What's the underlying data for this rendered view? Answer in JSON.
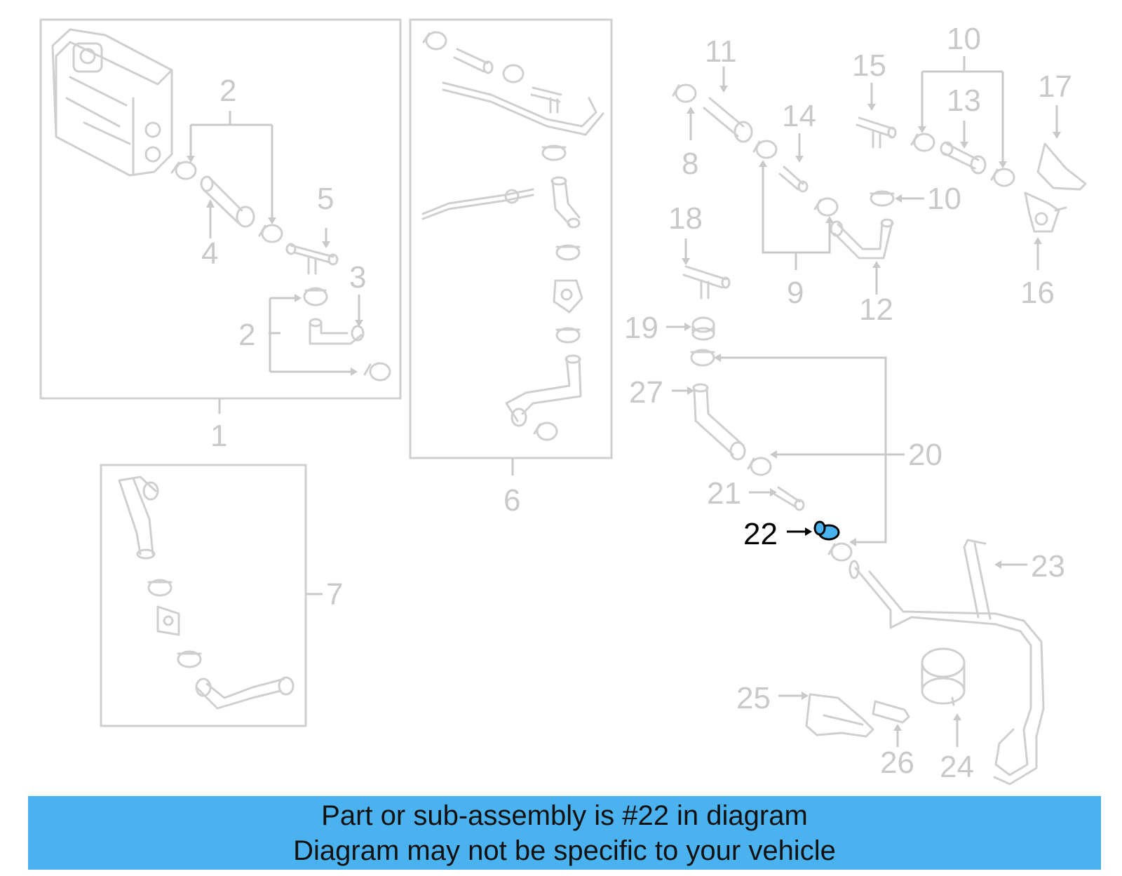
{
  "colors": {
    "banner_bg": "#4ab3ef",
    "highlight": "#4ab3ef",
    "inactive": "#c9c9c9"
  },
  "callouts": {
    "c1": "1",
    "c2a": "2",
    "c2b": "2",
    "c3": "3",
    "c4": "4",
    "c5": "5",
    "c6": "6",
    "c7": "7",
    "c8": "8",
    "c9": "9",
    "c10a": "10",
    "c10b": "10",
    "c11": "11",
    "c12": "12",
    "c13": "13",
    "c14": "14",
    "c15": "15",
    "c16": "16",
    "c17": "17",
    "c18": "18",
    "c19": "19",
    "c20": "20",
    "c21": "21",
    "c22": "22",
    "c23": "23",
    "c24": "24",
    "c25": "25",
    "c26": "26",
    "c27": "27"
  },
  "highlighted_part": "22",
  "banner": {
    "line1": "Part or sub-assembly is #22 in diagram",
    "line2": "Diagram may not be specific to your vehicle"
  }
}
